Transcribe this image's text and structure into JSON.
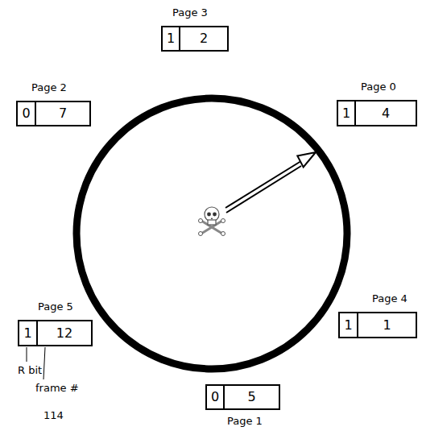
{
  "diagram": {
    "nodes": [
      {
        "text": [
          "Page 3"
        ]
      },
      {
        "text": [
          "1"
        ],
        "in": 0
      },
      {
        "text": [
          "2"
        ],
        "in": 0
      },
      {
        "text": [
          "Page 2"
        ]
      },
      {
        "text": [
          "0"
        ],
        "in": 3
      },
      {
        "text": [
          "7"
        ],
        "in": 3
      },
      {
        "text": [
          "Page 0"
        ]
      },
      {
        "text": [
          "1"
        ],
        "in": 6
      },
      {
        "text": [
          "4"
        ],
        "in": 6
      },
      {
        "text": [
          "Page 4"
        ]
      },
      {
        "text": [
          "1"
        ],
        "in": 9
      },
      {
        "text": [
          "1"
        ],
        "in": 9
      },
      {
        "text": [
          "Page 5"
        ]
      },
      {
        "text": [
          "1"
        ],
        "in": 12
      },
      {
        "text": [
          "12"
        ],
        "in": 12
      },
      {
        "text": [
          "Page 1"
        ]
      },
      {
        "text": [
          "0"
        ],
        "in": 15
      },
      {
        "text": [
          "5"
        ],
        "in": 15
      }
    ],
    "labels": [
      "R bit",
      "frame #",
      "114"
    ]
  }
}
